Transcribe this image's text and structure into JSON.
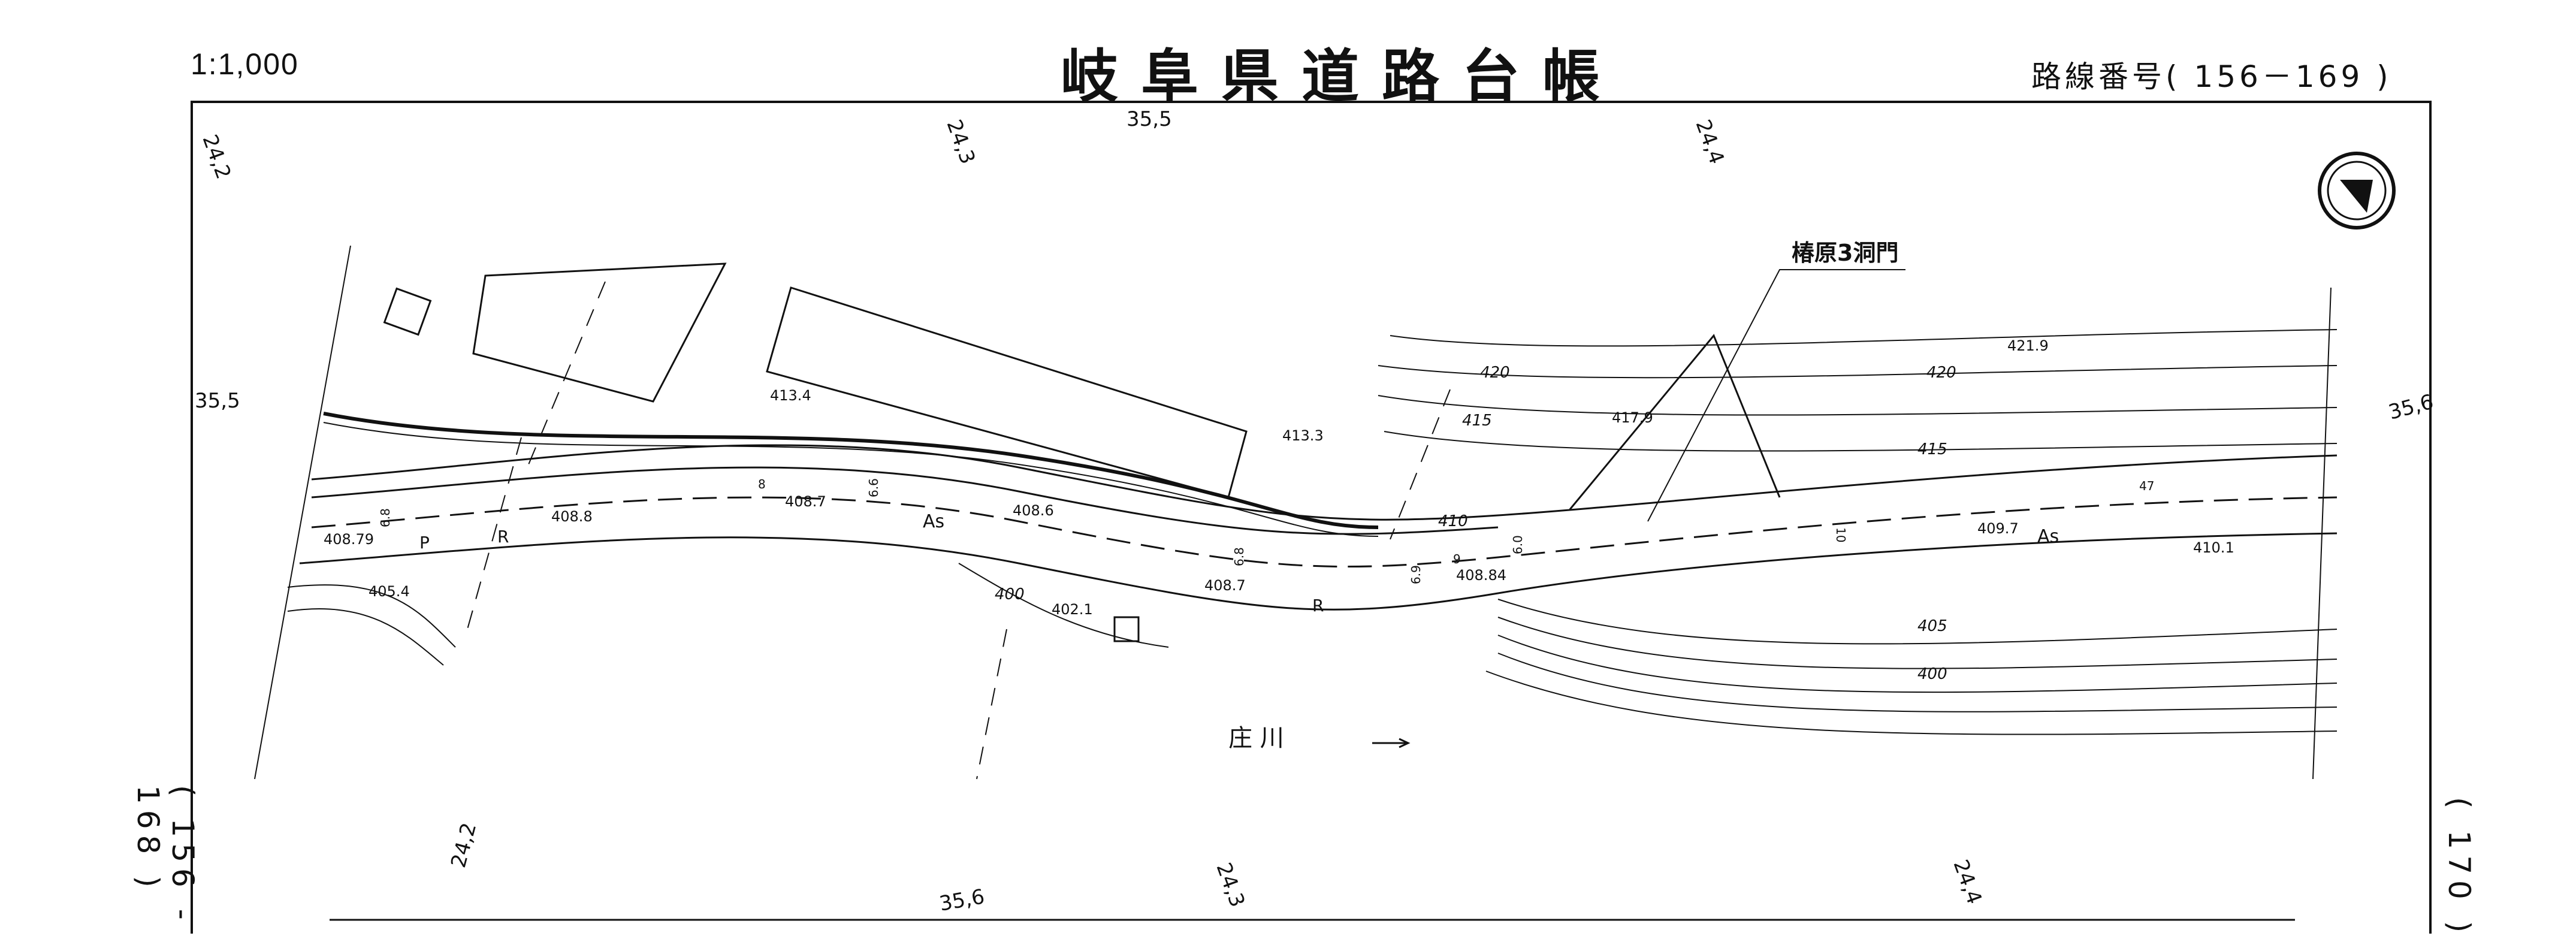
{
  "header": {
    "scale": "1:1,000",
    "title": "岐阜県道路台帳",
    "route_number": "路線番号( 156－169 )"
  },
  "map": {
    "grid_labels_top": [
      "24,2",
      "24,3",
      "35,5",
      "24,4"
    ],
    "grid_labels_side": [
      "35,5",
      "35,6"
    ],
    "grid_labels_bottom": [
      "24,2",
      "35,6",
      "24,3",
      "24,4"
    ],
    "feature_label": "椿原3洞門",
    "river_label": "庄 川",
    "surface_labels": [
      "As",
      "As"
    ],
    "edge_labels": [
      "R",
      "R",
      "P"
    ],
    "elevations": [
      "413.4",
      "413.3",
      "408.79",
      "408.8",
      "408.7",
      "408.6",
      "408.7",
      "408.84",
      "405.4",
      "402.1",
      "409.7",
      "410.1",
      "421.9",
      "417.9"
    ],
    "contours": [
      "420",
      "415",
      "410",
      "405",
      "400",
      "420",
      "415",
      "400"
    ],
    "widths": [
      "6.8",
      "8",
      "6.6",
      "6.8",
      "9",
      "6.9",
      "6.0",
      "10",
      "47"
    ]
  },
  "sheet_refs": {
    "left": "( 156 - 168 )",
    "right": "( 170 )"
  },
  "colors": {
    "ink": "#111111",
    "paper": "#ffffff"
  },
  "icons": [
    "north-arrow-icon"
  ]
}
